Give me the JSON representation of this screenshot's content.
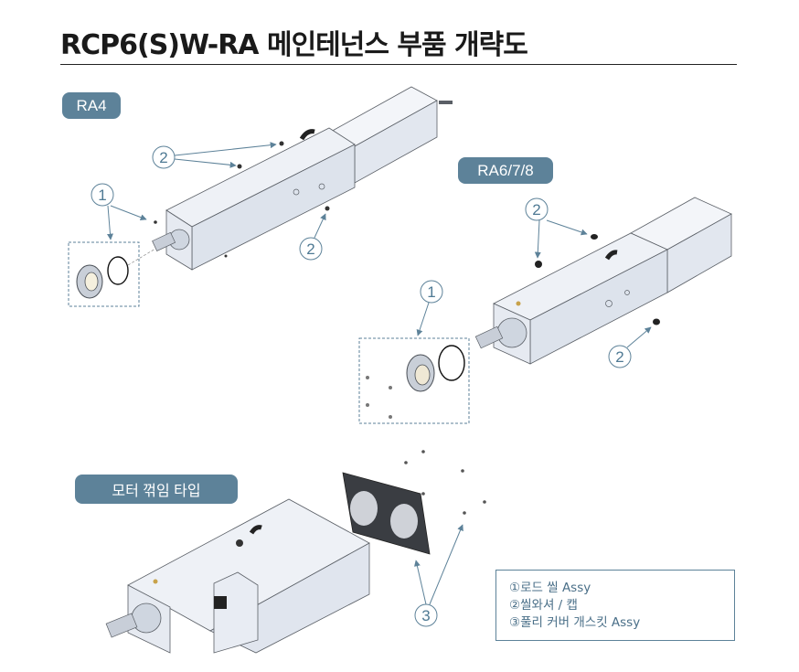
{
  "page": {
    "title": "RCP6(S)W-RA 메인테넌스 부품 개략도"
  },
  "sections": {
    "ra4": {
      "label": "RA4"
    },
    "ra678": {
      "label": "RA6/7/8"
    },
    "motor_folded": {
      "label": "모터 꺾임 타입"
    }
  },
  "callouts": {
    "one": "1",
    "two": "2",
    "three": "3"
  },
  "legend": {
    "items": [
      "①로드 씰 Assy",
      "②씰와셔 / 캡",
      "③풀리 커버 개스킷 Assy"
    ]
  },
  "colors": {
    "accent": "#5d8299",
    "callout": "#4f7a94",
    "body_light": "#e8ecf3",
    "body_mid": "#cfd6e0",
    "outline": "#5a5f66",
    "gasket": "#3a3d42"
  }
}
